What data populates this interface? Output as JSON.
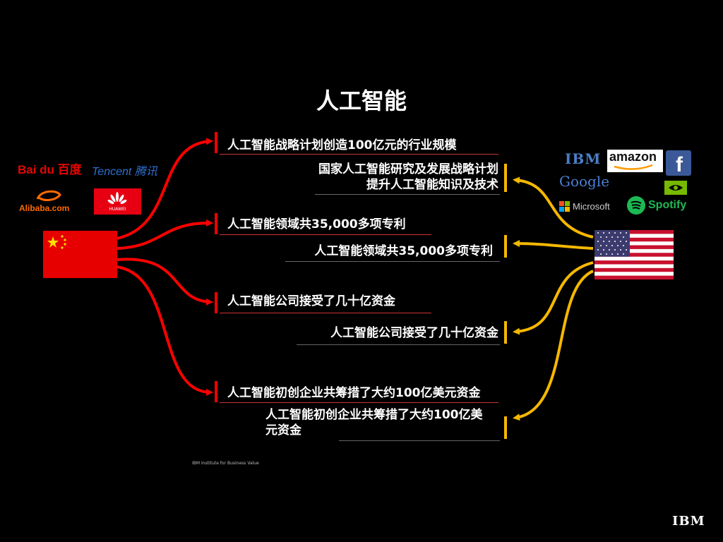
{
  "title": "人工智能",
  "china": {
    "logos": {
      "baidu": "Bai du 百度",
      "tencent": "Tencent 腾讯",
      "alibaba": "Alibaba.com",
      "huawei": "HUAWEI"
    },
    "statements": [
      "人工智能战略计划创造100亿元的行业规模",
      "人工智能领域共35,000多项专利",
      "人工智能公司接受了几十亿资金",
      "人工智能初创企业共筹措了大约100亿美元资金"
    ]
  },
  "usa": {
    "logos": {
      "ibm": "IBM",
      "amazon": "amazon",
      "facebook": "f",
      "google": "Google",
      "nvidia": "nvidia",
      "microsoft": "Microsoft",
      "spotify": "Spotify"
    },
    "statements": [
      "国家人工智能研究及发展战略计划提升人工智能知识及技术",
      "人工智能领域共35,000多项专利",
      "人工智能公司接受了几十亿资金",
      "人工智能初创企业共筹措了大约100亿美元资金"
    ]
  },
  "footer": {
    "credit": "IBM Institute for Business Value",
    "brand": "IBM"
  },
  "colors": {
    "china_arrow": "#ff0000",
    "usa_arrow": "#f5b800",
    "background": "#000000"
  }
}
